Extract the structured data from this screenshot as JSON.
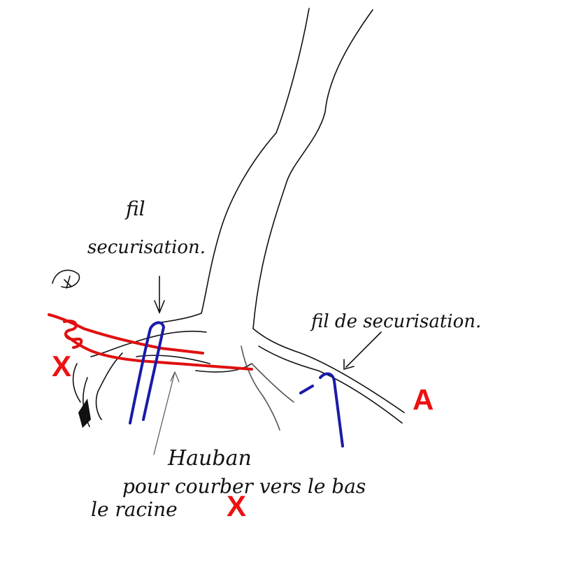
{
  "labels": {
    "fil_left_line1": "fil",
    "fil_left_line2": "securisation.",
    "fil_right": "fil de securisation.",
    "hauban": "Hauban",
    "hauban_line2": "pour courber vers le bas",
    "hauban_line3": "le racine"
  },
  "markers": {
    "x_left": "X",
    "a_right": "A",
    "x_bottom": "X"
  },
  "colors": {
    "ink": "#111111",
    "wire_red": "#e01010",
    "wire_blue": "#1a1aa8",
    "marker_red": "#ee1111"
  }
}
